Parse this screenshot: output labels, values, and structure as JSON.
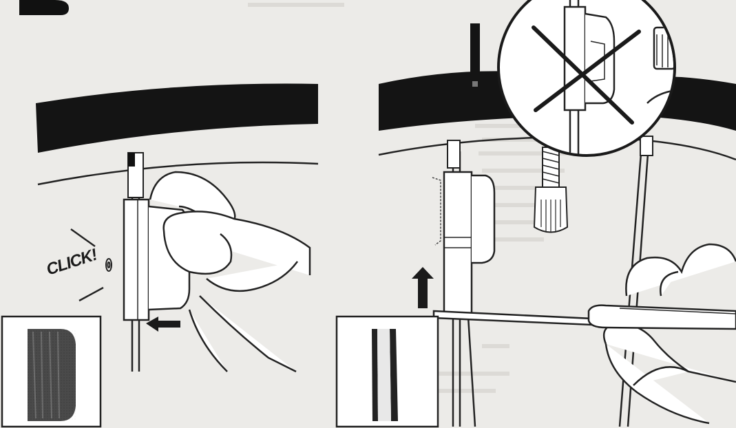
{
  "illustration": {
    "click_label": "CLICK!",
    "icons": {
      "step_badge": "step-number-badge",
      "wrong_callout": "crossed-out-circle-callout",
      "up_arrow": "up-arrow-icon",
      "left_arrow": "left-arrow-icon",
      "screwdriver": "screwdriver-icon"
    },
    "colors": {
      "paper": "#ecebe8",
      "ink": "#1a1a1a",
      "rim": "#141414"
    }
  }
}
